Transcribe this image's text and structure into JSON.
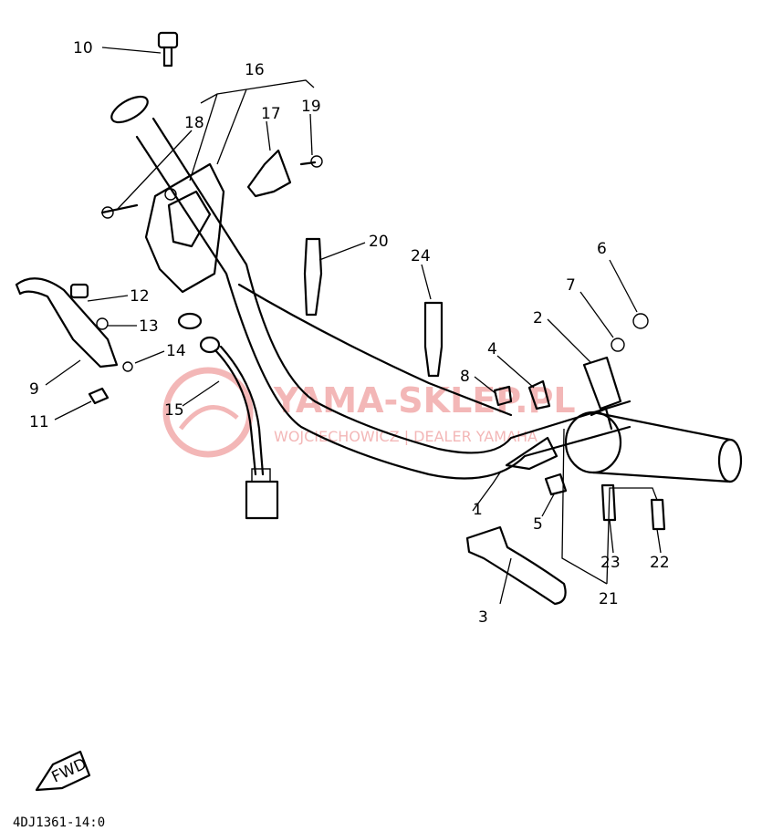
{
  "diagram": {
    "callouts": [
      "1",
      "2",
      "3",
      "4",
      "5",
      "6",
      "7",
      "8",
      "9",
      "10",
      "11",
      "12",
      "13",
      "14",
      "15",
      "16",
      "17",
      "18",
      "19",
      "20",
      "21",
      "22",
      "23",
      "24"
    ],
    "watermark": {
      "brand": "YAMA-SKLEP.PL",
      "subtitle": "WOJCIECHOWICZ | DEALER YAMAHA"
    },
    "direction_label": "FWD",
    "drawing_code": "4DJ1361-14:0"
  },
  "colors": {
    "line": "#000000",
    "watermark": "#f3b7b7",
    "background": "#ffffff"
  }
}
